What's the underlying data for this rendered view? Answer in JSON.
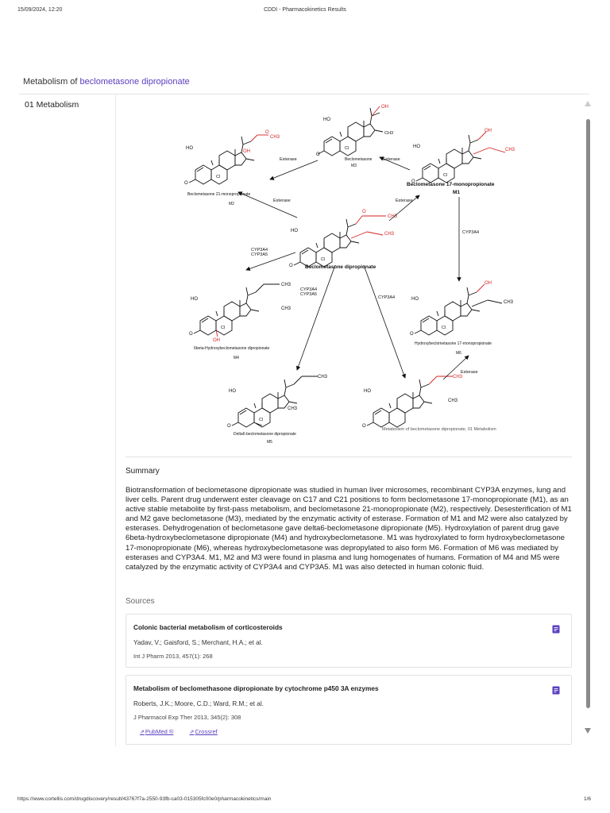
{
  "print_header": {
    "date": "15/09/2024, 12:20",
    "title": "CDDI - Pharmacokinetics Results"
  },
  "heading": {
    "prefix": "Metabolism of ",
    "drug": "beclometasone dipropionate"
  },
  "section_label": "01 Metabolism",
  "diagram": {
    "compounds": {
      "m3_name": "Beclometasone",
      "m3_id": "M3",
      "m2_name": "Beclometasone 21-monopropionate",
      "m2_id": "M2",
      "m1_name": "Beclometasone 17-monopropionate",
      "m1_id": "M1",
      "parent_name": "Beclometasone dipropionate",
      "m4_name": "6beta-Hydroxybeclometasone dipropionate",
      "m4_id": "M4",
      "m6_name": "Hydroxybeclometasone 17-monopropionate",
      "m6_id": "M6",
      "m5_name": "Delta6-beclometasone dipropionate",
      "m5_id": "M5"
    },
    "enzymes": {
      "esterase": "Esterase",
      "cyp3a4": "CYP3A4",
      "cyp3a5": "CYP3A5"
    },
    "atoms": {
      "ho": "HO",
      "o": "O",
      "oh": "OH",
      "cl": "Cl",
      "h": "H",
      "ch3": "CH3"
    },
    "caption": "Metabolism of beclometasone dipropionate, 01 Metabolism"
  },
  "summary": {
    "title": "Summary",
    "text": "Biotransformation of beclometasone dipropionate was studied in human liver microsomes, recombinant CYP3A enzymes, lung and liver cells. Parent drug underwent ester cleavage on C17 and C21 positions to form beclometasone 17-monopropionate (M1), as an active stable metabolite by first-pass metabolism, and beclometasone 21-monopropionate (M2), respectively. Desesterification of M1 and M2 gave beclometasone (M3), mediated by the enzymatic activity of esterase. Formation of M1 and M2 were also catalyzed by esterases. Dehydrogenation of beclometasone gave delta6-beclometasone dipropionate (M5). Hydroxylation of parent drug gave 6beta-hydroxybeclometasone dipropionate (M4) and hydroxybeclometasone. M1 was hydroxylated to form hydroxybeclometasone 17-monopropionate (M6), whereas hydroxybeclometasone was depropylated to also form M6. Formation of M6 was mediated by esterases and CYP3A4. M1, M2 and M3 were found in plasma and lung homogenates of humans. Formation of M4 and M5 were catalyzed by the enzymatic activity of CYP3A4 and CYP3A5. M1 was also detected in human colonic fluid."
  },
  "sources": {
    "title": "Sources",
    "items": [
      {
        "title": "Colonic bacterial metabolism of corticosteroids",
        "authors": "Yadav, V.; Gaisford, S.; Merchant, H.A.; et al.",
        "journal": "Int J Pharm 2013, 457(1): 268"
      },
      {
        "title": "Metabolism of beclomethasone dipropionate by cytochrome p450 3A enzymes",
        "authors": "Roberts, J.K.; Moore, C.D.; Ward, R.M.; et al.",
        "journal": "J Pharmacol Exp Ther 2013, 345(2): 308",
        "links": [
          "PubMed ®",
          "Crossref"
        ]
      }
    ]
  },
  "print_footer": {
    "url": "https://www.cortellis.com/drugdiscovery/result/43767f7a-2550-93fb-ca03-015305fc00e0/pharmacokinetics/main",
    "page": "1/6"
  },
  "colors": {
    "accent": "#5a3fc0",
    "highlight": "#d32222"
  },
  "icons": {
    "source_doc": "document-icon",
    "external_link": "external-link-icon"
  }
}
